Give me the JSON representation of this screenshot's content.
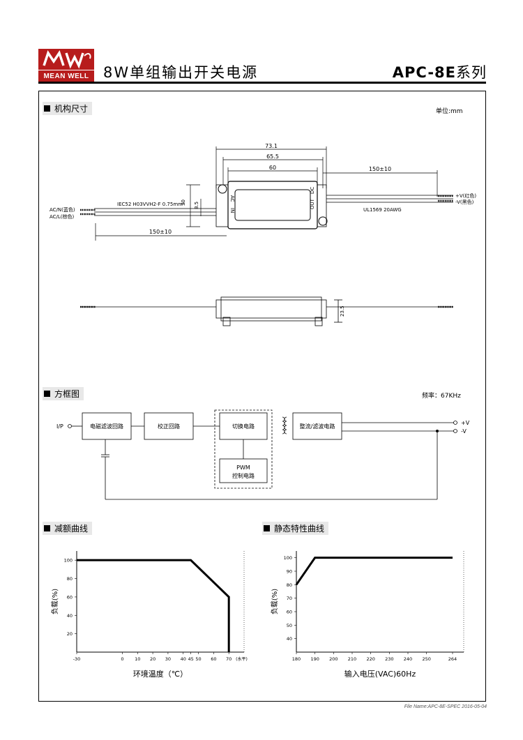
{
  "header": {
    "logo_text": "MEAN WELL",
    "title": "8W单组输出开关电源",
    "series_model": "APC-8E",
    "series_suffix": "系列"
  },
  "sections": {
    "mechanical": "机构尺寸",
    "block": "方框图",
    "derating": "减额曲线",
    "static": "静态特性曲线"
  },
  "mechanical": {
    "unit": "单位:mm",
    "dim_73_1": "73.1",
    "dim_65_5": "65.5",
    "dim_60": "60",
    "dim_150_right": "150±10",
    "dim_150_left": "150±10",
    "dim_30": "30",
    "dim_8_5": "8.5",
    "dim_23_5": "23.5",
    "cable_in": "IEC52 H03VVH2-F  0.75mm²",
    "cable_out": "UL1569  20AWG",
    "ac_n": "AC/N(蓝色)",
    "ac_l": "AC/L(棕色)",
    "v_pos": "+V(红色)",
    "v_neg": "-V(黑色)",
    "lbl_ac": "AC",
    "lbl_in": "IN",
    "lbl_dc": "DC",
    "lbl_out": "OUT"
  },
  "block": {
    "freq": "频率：67KHz",
    "ip": "I/P",
    "emi": "电磁滤波回路",
    "pfc": "校正回路",
    "switch": "切换电路",
    "rect": "整流/滤波电路",
    "pwm_1": "PWM",
    "pwm_2": "控制电路",
    "vpos": "+V",
    "vneg": "-V"
  },
  "chart_data": [
    {
      "type": "line",
      "x": [
        -30,
        45,
        70,
        70
      ],
      "y": [
        100,
        100,
        60,
        0
      ],
      "xticks": [
        "-30",
        "0",
        "10",
        "20",
        "30",
        "40",
        "45",
        "50",
        "60",
        "70"
      ],
      "yticks": [
        "20",
        "40",
        "60",
        "80",
        "100"
      ],
      "xlabel": "环境温度（℃）",
      "ylabel": "负载(%)",
      "xunit": "(水平)",
      "xlim": [
        -30,
        80
      ],
      "ylim": [
        0,
        110
      ],
      "grid": false
    },
    {
      "type": "line",
      "x": [
        180,
        190,
        264
      ],
      "y": [
        80,
        100,
        100
      ],
      "xticks": [
        "180",
        "190",
        "200",
        "210",
        "220",
        "230",
        "240",
        "250",
        "264"
      ],
      "yticks": [
        "40",
        "50",
        "60",
        "70",
        "80",
        "90",
        "100"
      ],
      "xlabel": "输入电压(VAC)60Hz",
      "ylabel": "负载(%)",
      "xlim": [
        180,
        270
      ],
      "ylim": [
        30,
        105
      ],
      "grid": false
    }
  ],
  "footer": "File Name:APC-8E-SPEC   2016-05-04"
}
